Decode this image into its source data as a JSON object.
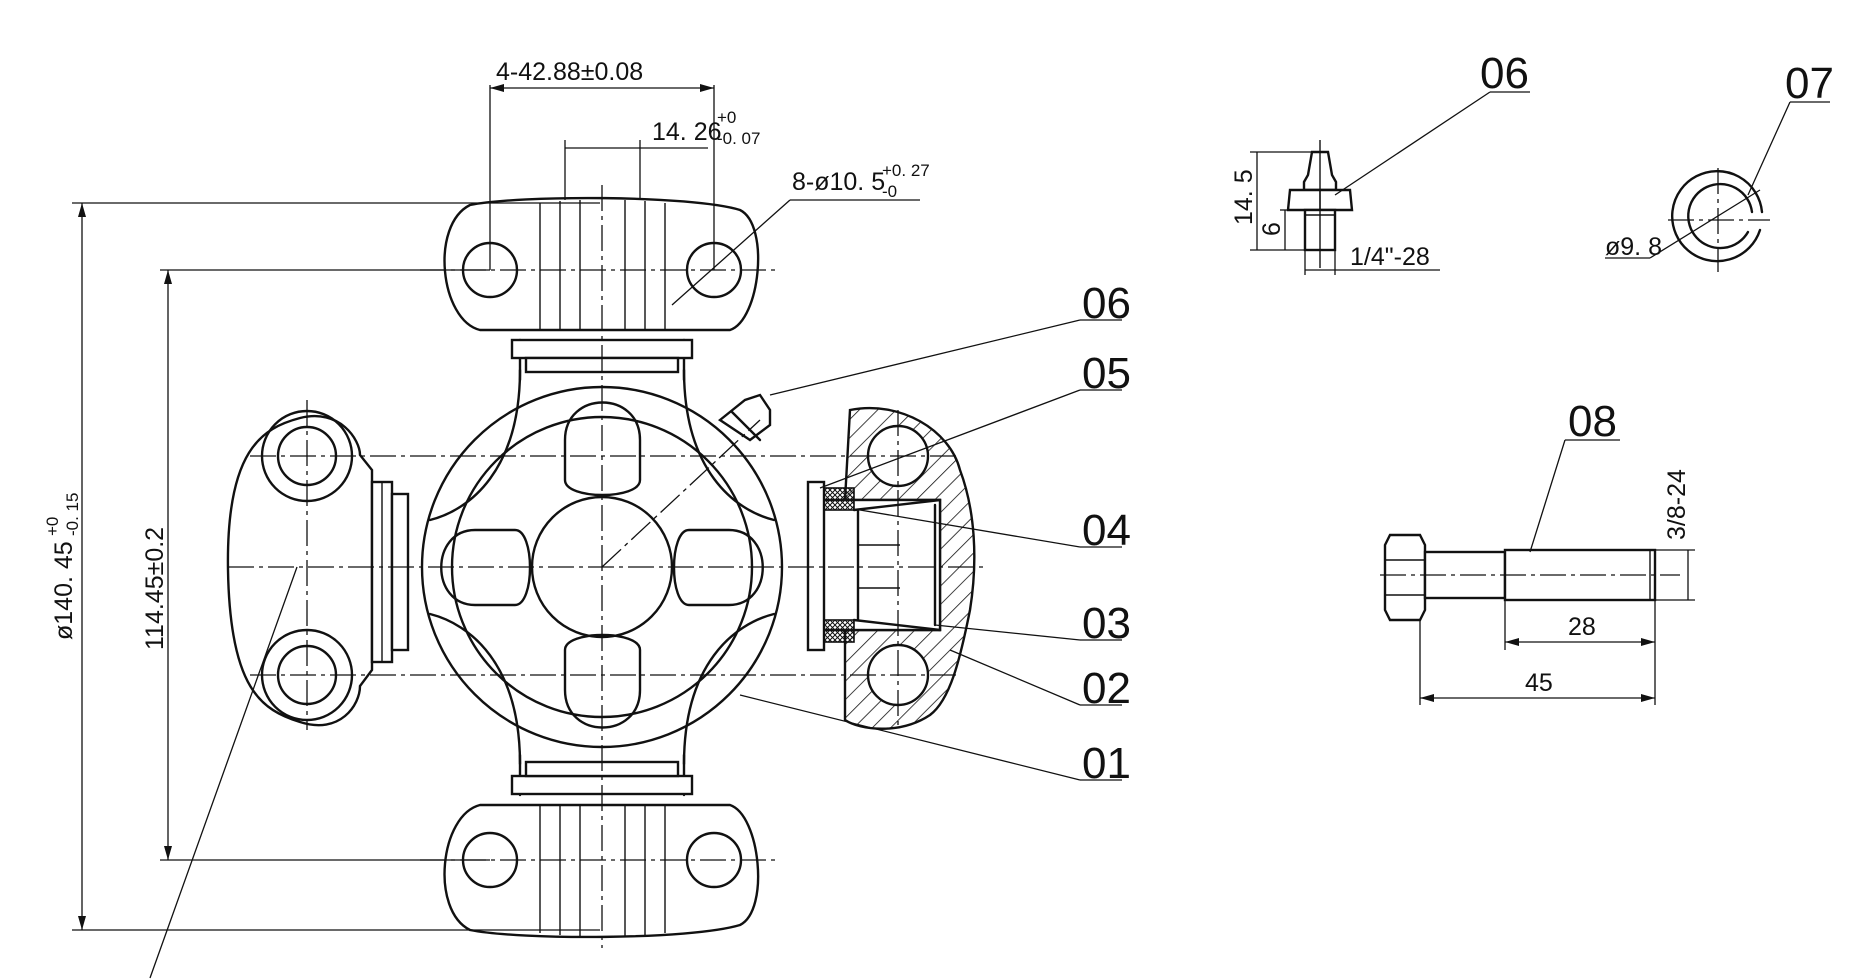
{
  "part_labels": {
    "p01": "01",
    "p02": "02",
    "p03": "03",
    "p04": "04",
    "p05": "05",
    "p06": "06",
    "p06_detail": "06",
    "p07_detail": "07",
    "p08_detail": "08"
  },
  "dimensions": {
    "bolt_spacing": "4-42.88±0.08",
    "cap_width_main": "14. 26",
    "cap_width_tol_upper": "+0",
    "cap_width_tol_lower": "-0. 07",
    "hole_dia_main": "8-ø10. 5",
    "hole_dia_tol_upper": "+0. 27",
    "hole_dia_tol_lower": "-0",
    "overall_main": "ø140. 45",
    "overall_tol_upper": "+0",
    "overall_tol_lower": "-0. 15",
    "center_distance": "114.45±0.2"
  },
  "detail_06": {
    "height": "14. 5",
    "thread_length": "6",
    "thread": "1/4\"-28"
  },
  "detail_07": {
    "diameter": "ø9. 8"
  },
  "detail_08": {
    "thread": "3/8-24",
    "thread_length": "28",
    "total_length": "45"
  }
}
